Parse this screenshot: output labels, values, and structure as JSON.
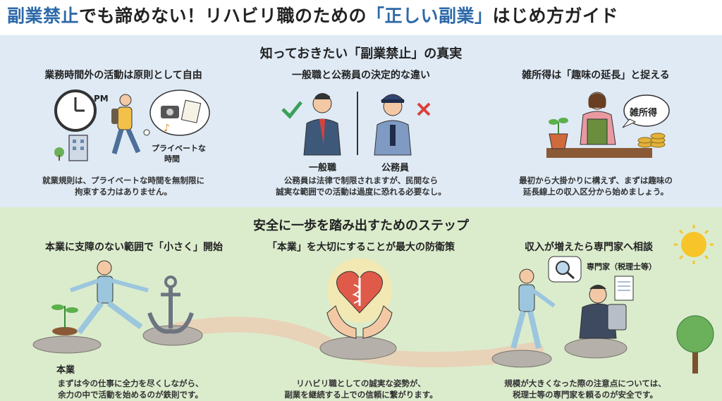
{
  "header": {
    "title_part1": "副業禁止",
    "title_part2": "でも諦めない！リハビリ職のための",
    "title_part3": "「正しい副業」",
    "title_part4": "はじめ方ガイド"
  },
  "section_truth": {
    "heading": "知っておきたい「副業禁止」の真実",
    "columns": [
      {
        "heading": "業務時間外の活動は原則として自由",
        "pm_label": "PM",
        "private_label_line1": "プライベートな",
        "private_label_line2": "時間",
        "desc_line1": "就業規則は、プライベートな時間を無制限に",
        "desc_line2": "拘束する力はありません。"
      },
      {
        "heading": "一般職と公務員の決定的な違い",
        "left_label": "一般職",
        "right_label": "公務員",
        "desc_line1": "公務員は法律で制限されますが、民間なら",
        "desc_line2": "誠実な範囲での活動は過度に恐れる必要なし。"
      },
      {
        "heading": "雑所得は「趣味の延長」と捉える",
        "bubble_label": "雑所得",
        "desc_line1": "最初から大掛かりに構えず、まずは趣味の",
        "desc_line2": "延長線上の収入区分から始めましょう。"
      }
    ]
  },
  "section_steps": {
    "heading": "安全に一歩を踏み出すためのステップ",
    "steps": [
      {
        "heading": "本業に支障のない範囲で「小さく」開始",
        "sub_label": "本業",
        "desc_line1": "まずは今の仕事に全力を尽くしながら、",
        "desc_line2": "余力の中で活動を始めるのが鉄則です。"
      },
      {
        "heading": "「本業」を大切にすることが最大の防衛策",
        "desc_line1": "リハビリ職としての誠実な姿勢が、",
        "desc_line2": "副業を継続する上での信頼に繋がります。"
      },
      {
        "heading": "収入が増えたら専門家へ相談",
        "expert_label": "専門家（税理士等）",
        "desc_line1": "規模が大きくなった際の注意点については、",
        "desc_line2": "税理士等の専門家を頼るのが安全です。"
      }
    ]
  },
  "colors": {
    "title_accent": "#2d69a8",
    "top_bg": "#dfeaf5",
    "bottom_bg": "#dbeccd"
  }
}
